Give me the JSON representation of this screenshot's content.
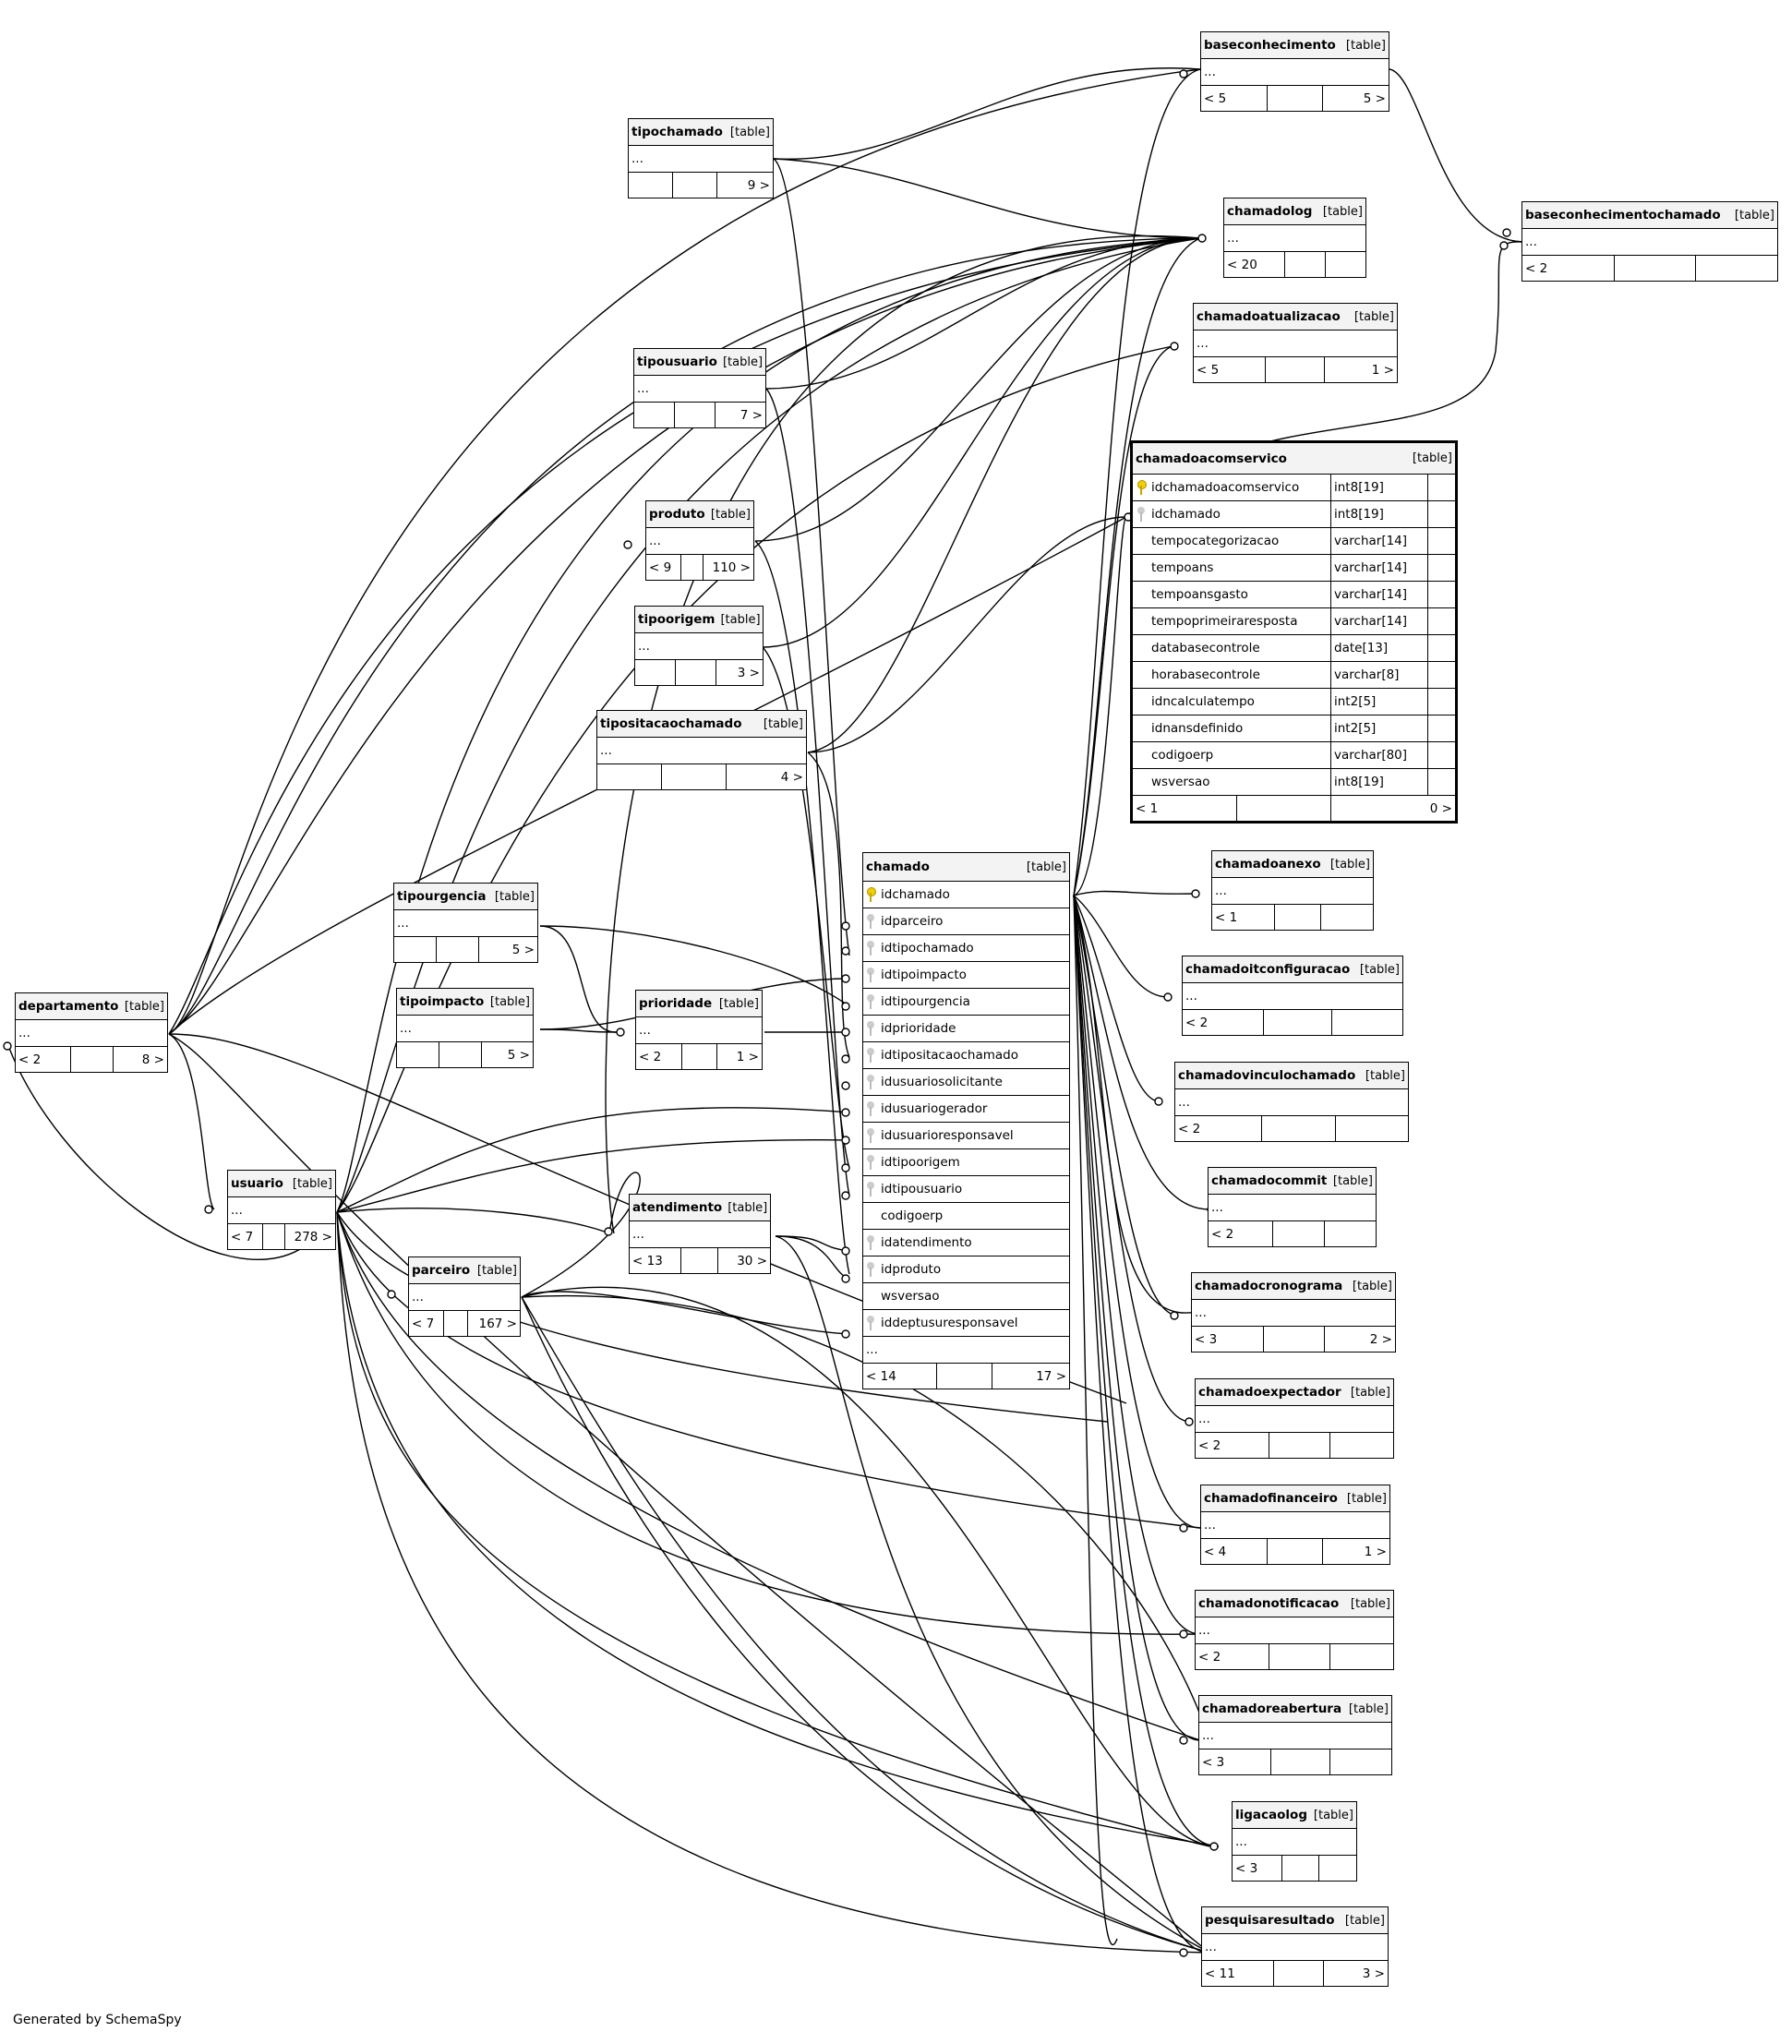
{
  "footer_text": "Generated by SchemaSpy",
  "colors": {
    "line": "#000000",
    "header_bg": "#f3f3f3",
    "pk_key": "#f0d000",
    "fk_key": "#bbbbbb"
  },
  "tables": {
    "baseconhecimento": {
      "name": "baseconhecimento",
      "type": "[table]",
      "body": "...",
      "parents": "< 5",
      "children": "5 >"
    },
    "baseconhecimentochamado": {
      "name": "baseconhecimentochamado",
      "type": "[table]",
      "body": "...",
      "parents": "< 2",
      "children": ""
    },
    "tipochamado": {
      "name": "tipochamado",
      "type": "[table]",
      "body": "...",
      "parents": "",
      "children": "9 >"
    },
    "chamadolog": {
      "name": "chamadolog",
      "type": "[table]",
      "body": "...",
      "parents": "< 20",
      "children": ""
    },
    "chamadoatualizacao": {
      "name": "chamadoatualizacao",
      "type": "[table]",
      "body": "...",
      "parents": "< 5",
      "children": "1 >"
    },
    "tipousuario": {
      "name": "tipousuario",
      "type": "[table]",
      "body": "...",
      "parents": "",
      "children": "7 >"
    },
    "produto": {
      "name": "produto",
      "type": "[table]",
      "body": "...",
      "parents": "< 9",
      "children": "110 >"
    },
    "tipoorigem": {
      "name": "tipoorigem",
      "type": "[table]",
      "body": "...",
      "parents": "",
      "children": "3 >"
    },
    "tipositacaochamado": {
      "name": "tipositacaochamado",
      "type": "[table]",
      "body": "...",
      "parents": "",
      "children": "4 >"
    },
    "tipourgencia": {
      "name": "tipourgencia",
      "type": "[table]",
      "body": "...",
      "parents": "",
      "children": "5 >"
    },
    "tipoimpacto": {
      "name": "tipoimpacto",
      "type": "[table]",
      "body": "...",
      "parents": "",
      "children": "5 >"
    },
    "prioridade": {
      "name": "prioridade",
      "type": "[table]",
      "body": "...",
      "parents": "< 2",
      "children": "1 >"
    },
    "departamento": {
      "name": "departamento",
      "type": "[table]",
      "body": "...",
      "parents": "< 2",
      "children": "8 >"
    },
    "usuario": {
      "name": "usuario",
      "type": "[table]",
      "body": "...",
      "parents": "< 7",
      "children": "278 >"
    },
    "atendimento": {
      "name": "atendimento",
      "type": "[table]",
      "body": "...",
      "parents": "< 13",
      "children": "30 >"
    },
    "parceiro": {
      "name": "parceiro",
      "type": "[table]",
      "body": "...",
      "parents": "< 7",
      "children": "167 >"
    },
    "chamadoanexo": {
      "name": "chamadoanexo",
      "type": "[table]",
      "body": "...",
      "parents": "< 1",
      "children": ""
    },
    "chamadoitconfiguracao": {
      "name": "chamadoitconfiguracao",
      "type": "[table]",
      "body": "...",
      "parents": "< 2",
      "children": ""
    },
    "chamadovinculochamado": {
      "name": "chamadovinculochamado",
      "type": "[table]",
      "body": "...",
      "parents": "< 2",
      "children": ""
    },
    "chamadocommit": {
      "name": "chamadocommit",
      "type": "[table]",
      "body": "...",
      "parents": "< 2",
      "children": ""
    },
    "chamadocronograma": {
      "name": "chamadocronograma",
      "type": "[table]",
      "body": "...",
      "parents": "< 3",
      "children": "2 >"
    },
    "chamadoexpectador": {
      "name": "chamadoexpectador",
      "type": "[table]",
      "body": "...",
      "parents": "< 2",
      "children": ""
    },
    "chamadofinanceiro": {
      "name": "chamadofinanceiro",
      "type": "[table]",
      "body": "...",
      "parents": "< 4",
      "children": "1 >"
    },
    "chamadonotificacao": {
      "name": "chamadonotificacao",
      "type": "[table]",
      "body": "...",
      "parents": "< 2",
      "children": ""
    },
    "chamadoreabertura": {
      "name": "chamadoreabertura",
      "type": "[table]",
      "body": "...",
      "parents": "< 3",
      "children": ""
    },
    "ligacaolog": {
      "name": "ligacaolog",
      "type": "[table]",
      "body": "...",
      "parents": "< 3",
      "children": ""
    },
    "pesquisaresultado": {
      "name": "pesquisaresultado",
      "type": "[table]",
      "body": "...",
      "parents": "< 11",
      "children": "3 >"
    },
    "chamado": {
      "name": "chamado",
      "type": "[table]",
      "columns": [
        {
          "name": "idchamado",
          "key": "pk"
        },
        {
          "name": "idparceiro",
          "key": "fk"
        },
        {
          "name": "idtipochamado",
          "key": "fk"
        },
        {
          "name": "idtipoimpacto",
          "key": "fk"
        },
        {
          "name": "idtipourgencia",
          "key": "fk"
        },
        {
          "name": "idprioridade",
          "key": "fk"
        },
        {
          "name": "idtipositacaochamado",
          "key": "fk"
        },
        {
          "name": "idusuariosolicitante",
          "key": "fk"
        },
        {
          "name": "idusuariogerador",
          "key": "fk"
        },
        {
          "name": "idusuarioresponsavel",
          "key": "fk"
        },
        {
          "name": "idtipoorigem",
          "key": "fk"
        },
        {
          "name": "idtipousuario",
          "key": "fk"
        },
        {
          "name": "codigoerp",
          "key": ""
        },
        {
          "name": "idatendimento",
          "key": "fk"
        },
        {
          "name": "idproduto",
          "key": "fk"
        },
        {
          "name": "wsversao",
          "key": ""
        },
        {
          "name": "iddeptusuresponsavel",
          "key": "fk"
        }
      ],
      "more": "...",
      "parents": "< 14",
      "children": "17 >"
    },
    "chamadoacomservico": {
      "name": "chamadoacomservico",
      "type": "[table]",
      "columns": [
        {
          "name": "idchamadoacomservico",
          "type": "int8[19]",
          "key": "pk"
        },
        {
          "name": "idchamado",
          "type": "int8[19]",
          "key": "fk"
        },
        {
          "name": "tempocategorizacao",
          "type": "varchar[14]",
          "key": ""
        },
        {
          "name": "tempoans",
          "type": "varchar[14]",
          "key": ""
        },
        {
          "name": "tempoansgasto",
          "type": "varchar[14]",
          "key": ""
        },
        {
          "name": "tempoprimeiraresposta",
          "type": "varchar[14]",
          "key": ""
        },
        {
          "name": "databasecontrole",
          "type": "date[13]",
          "key": ""
        },
        {
          "name": "horabasecontrole",
          "type": "varchar[8]",
          "key": ""
        },
        {
          "name": "idncalculatempo",
          "type": "int2[5]",
          "key": ""
        },
        {
          "name": "idnansdefinido",
          "type": "int2[5]",
          "key": ""
        },
        {
          "name": "codigoerp",
          "type": "varchar[80]",
          "key": ""
        },
        {
          "name": "wsversao",
          "type": "int8[19]",
          "key": ""
        }
      ],
      "parents": "< 1",
      "children": "0 >"
    }
  }
}
